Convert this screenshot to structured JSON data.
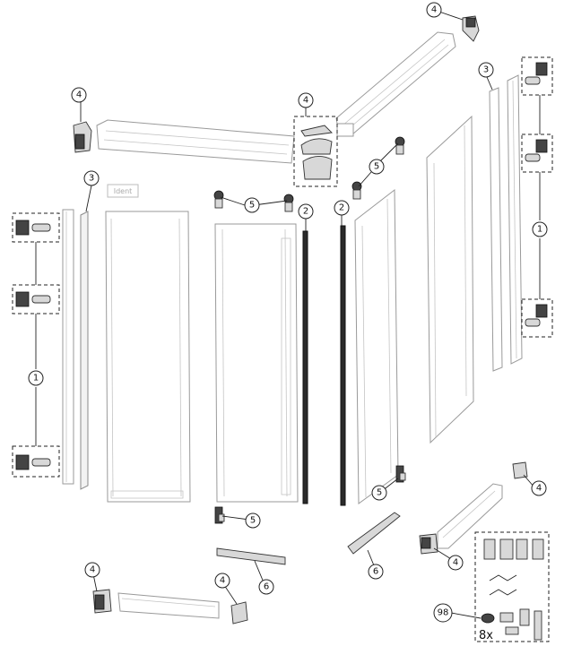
{
  "callouts": {
    "c1": "1",
    "c2": "2",
    "c3": "3",
    "c4": "4",
    "c5": "5",
    "c6": "6",
    "c98": "98"
  },
  "ident_label": "Ident",
  "kit_quantity": "8x"
}
